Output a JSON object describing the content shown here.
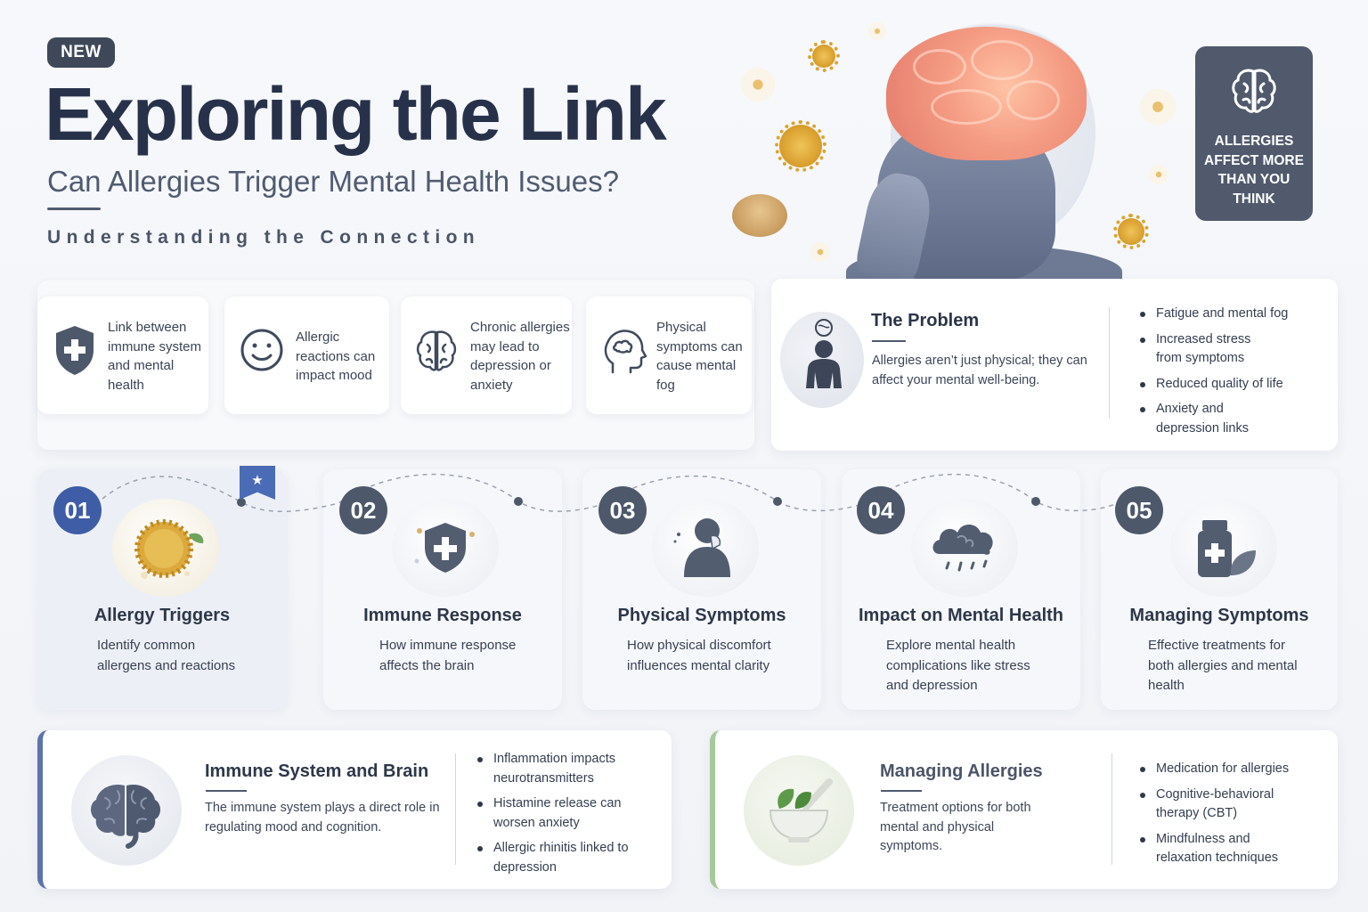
{
  "header": {
    "badge": "NEW",
    "title": "Exploring the Link",
    "subtitle": "Can Allergies Trigger Mental Health Issues?",
    "tagline": "Understanding the Connection"
  },
  "promo": {
    "icon": "brain-icon",
    "text": "ALLERGIES AFFECT MORE THAN YOU THINK"
  },
  "facts": [
    {
      "icon": "shield-plus-icon",
      "text": "Link between immune system and mental health"
    },
    {
      "icon": "smiley-icon",
      "text": "Allergic reactions can impact mood"
    },
    {
      "icon": "brain-outline-icon",
      "text": "Chronic allergies may lead to depression or anxiety"
    },
    {
      "icon": "head-cloud-icon",
      "text": "Physical symptoms can cause mental fog"
    }
  ],
  "problem": {
    "title": "The Problem",
    "description": "Allergies aren’t just physical; they can affect your mental well-being.",
    "bullets": [
      "Fatigue and mental fog",
      "Increased stress from symptoms",
      "Reduced quality of life",
      "Anxiety and depression links"
    ]
  },
  "steps": [
    {
      "number": "01",
      "title": "Allergy Triggers",
      "description": "Identify common allergens and reactions",
      "icon": "pollen-icon"
    },
    {
      "number": "02",
      "title": "Immune Response",
      "description": "How immune response affects the brain",
      "icon": "shield-icon"
    },
    {
      "number": "03",
      "title": "Physical Symptoms",
      "description": "How physical discomfort influences mental clarity",
      "icon": "sneezing-person-icon"
    },
    {
      "number": "04",
      "title": "Impact on Mental Health",
      "description": "Explore mental health complications like stress and depression",
      "icon": "brain-cloud-icon"
    },
    {
      "number": "05",
      "title": "Managing Symptoms",
      "description": "Effective treatments for both allergies and mental health",
      "icon": "medicine-bottle-icon"
    }
  ],
  "bottom_left": {
    "title": "Immune System and Brain",
    "description": "The immune system plays a direct role in regulating mood and cognition.",
    "icon": "brain-icon",
    "bullets": [
      "Inflammation impacts neurotransmitters",
      "Histamine release can worsen anxiety",
      "Allergic rhinitis linked to depression"
    ]
  },
  "bottom_right": {
    "title": "Managing Allergies",
    "description": "Treatment options for both mental and physical symptoms.",
    "icon": "mortar-pestle-icon",
    "bullets": [
      "Medication for allergies",
      "Cognitive-behavioral therapy (CBT)",
      "Mindfulness and relaxation techniques"
    ]
  },
  "colors": {
    "dark": "#27324a",
    "accent_blue": "#3f5ca6",
    "accent_green": "#a7c89c",
    "brain_coral": "#f49a82"
  }
}
